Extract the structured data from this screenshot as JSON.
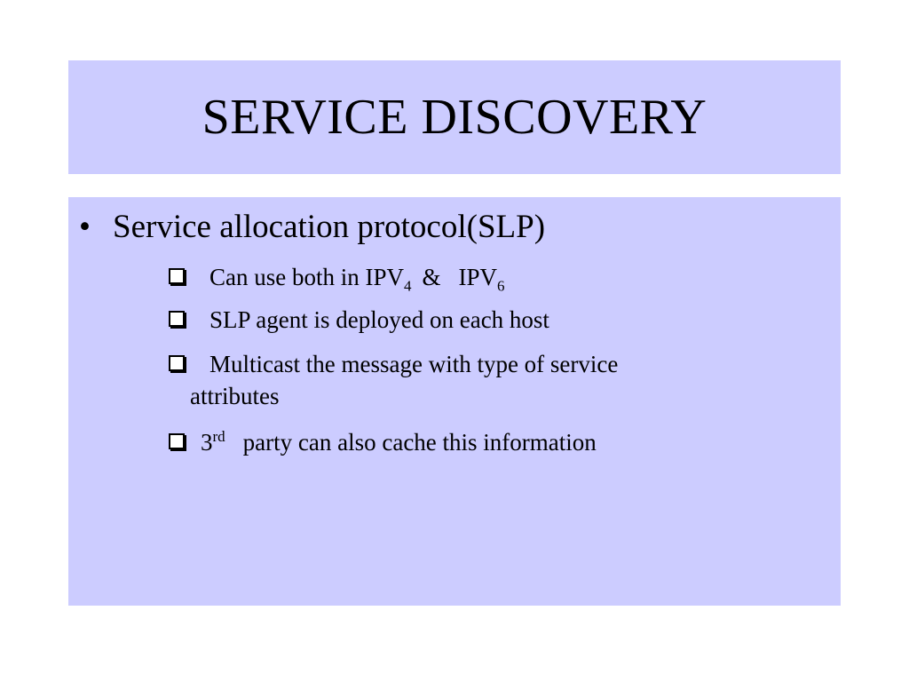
{
  "slide": {
    "title": "SERVICE DISCOVERY",
    "main_bullet": {
      "marker": "•",
      "text": "Service allocation protocol(SLP)"
    },
    "sub_bullets": [
      {
        "part1": "Can use both in IPV",
        "sub1": "4",
        "amp": "&",
        "part2": "IPV",
        "sub2": "6"
      },
      {
        "text": "SLP agent is deployed on each host"
      },
      {
        "line1": "Multicast the message with type of service",
        "line2": "attributes"
      },
      {
        "num": "3",
        "sup": "rd",
        "text": "party can also cache this information"
      }
    ],
    "icons": {
      "sub_bullet": "checkbox-square-icon"
    },
    "colors": {
      "panel_background": "#ccccff",
      "text": "#000000",
      "page_background": "#ffffff"
    }
  }
}
